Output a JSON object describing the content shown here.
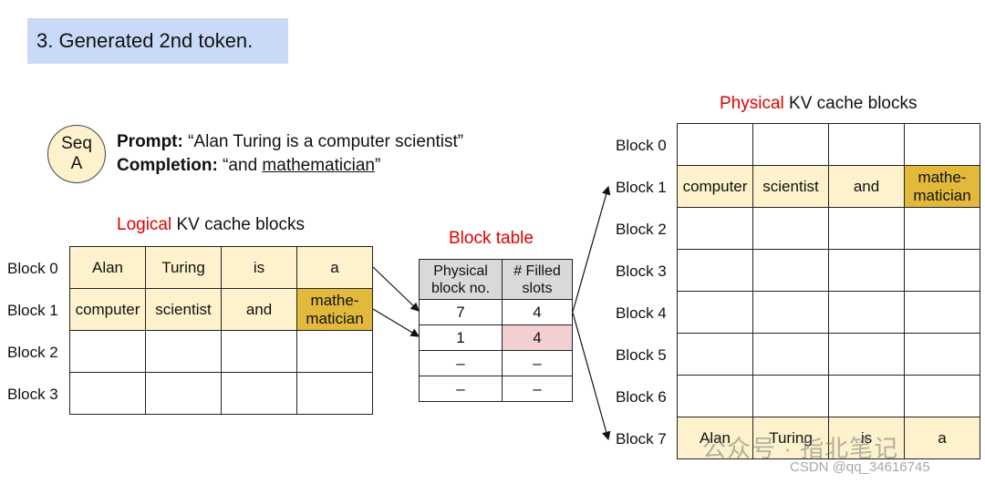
{
  "header": {
    "title": "3. Generated 2nd token."
  },
  "sequence": {
    "badge_line1": "Seq",
    "badge_line2": "A",
    "prompt_label": "Prompt:",
    "prompt_text": "“Alan Turing is a computer scientist”",
    "completion_label": "Completion:",
    "completion_prefix": "“and ",
    "completion_word": "mathematician",
    "completion_suffix": "”"
  },
  "logical": {
    "title_red": "Logical",
    "title_rest": " KV cache blocks",
    "row_labels": [
      "Block 0",
      "Block 1",
      "Block 2",
      "Block 3"
    ],
    "rows": [
      [
        "Alan",
        "Turing",
        "is",
        "a"
      ],
      [
        "computer",
        "scientist",
        "and",
        "mathe-\nmatician"
      ],
      [
        "",
        "",
        "",
        ""
      ],
      [
        "",
        "",
        "",
        ""
      ]
    ]
  },
  "block_table": {
    "title": "Block table",
    "headers": [
      "Physical block no.",
      "# Filled slots"
    ],
    "rows": [
      [
        "7",
        "4"
      ],
      [
        "1",
        "4"
      ],
      [
        "–",
        "–"
      ],
      [
        "–",
        "–"
      ]
    ]
  },
  "physical": {
    "title_red": "Physical",
    "title_rest": " KV cache blocks",
    "row_labels": [
      "Block 0",
      "Block 1",
      "Block 2",
      "Block 3",
      "Block 4",
      "Block 5",
      "Block 6",
      "Block 7"
    ],
    "rows": [
      [
        "",
        "",
        "",
        ""
      ],
      [
        "computer",
        "scientist",
        "and",
        "mathe-\nmatician"
      ],
      [
        "",
        "",
        "",
        ""
      ],
      [
        "",
        "",
        "",
        ""
      ],
      [
        "",
        "",
        "",
        ""
      ],
      [
        "",
        "",
        "",
        ""
      ],
      [
        "",
        "",
        "",
        ""
      ],
      [
        "Alan",
        "Turing",
        "is",
        "a"
      ]
    ]
  },
  "watermark": {
    "text": "公众号 · 指北笔记",
    "csdn": "CSDN @qq_34616745"
  },
  "colors": {
    "cream": "#fdf2cc",
    "gold": "#e2b93b",
    "pink": "#f3cfd1",
    "grey_header": "#d9d9d9",
    "title_red": "#e00000",
    "header_bg": "#c9daf8"
  }
}
